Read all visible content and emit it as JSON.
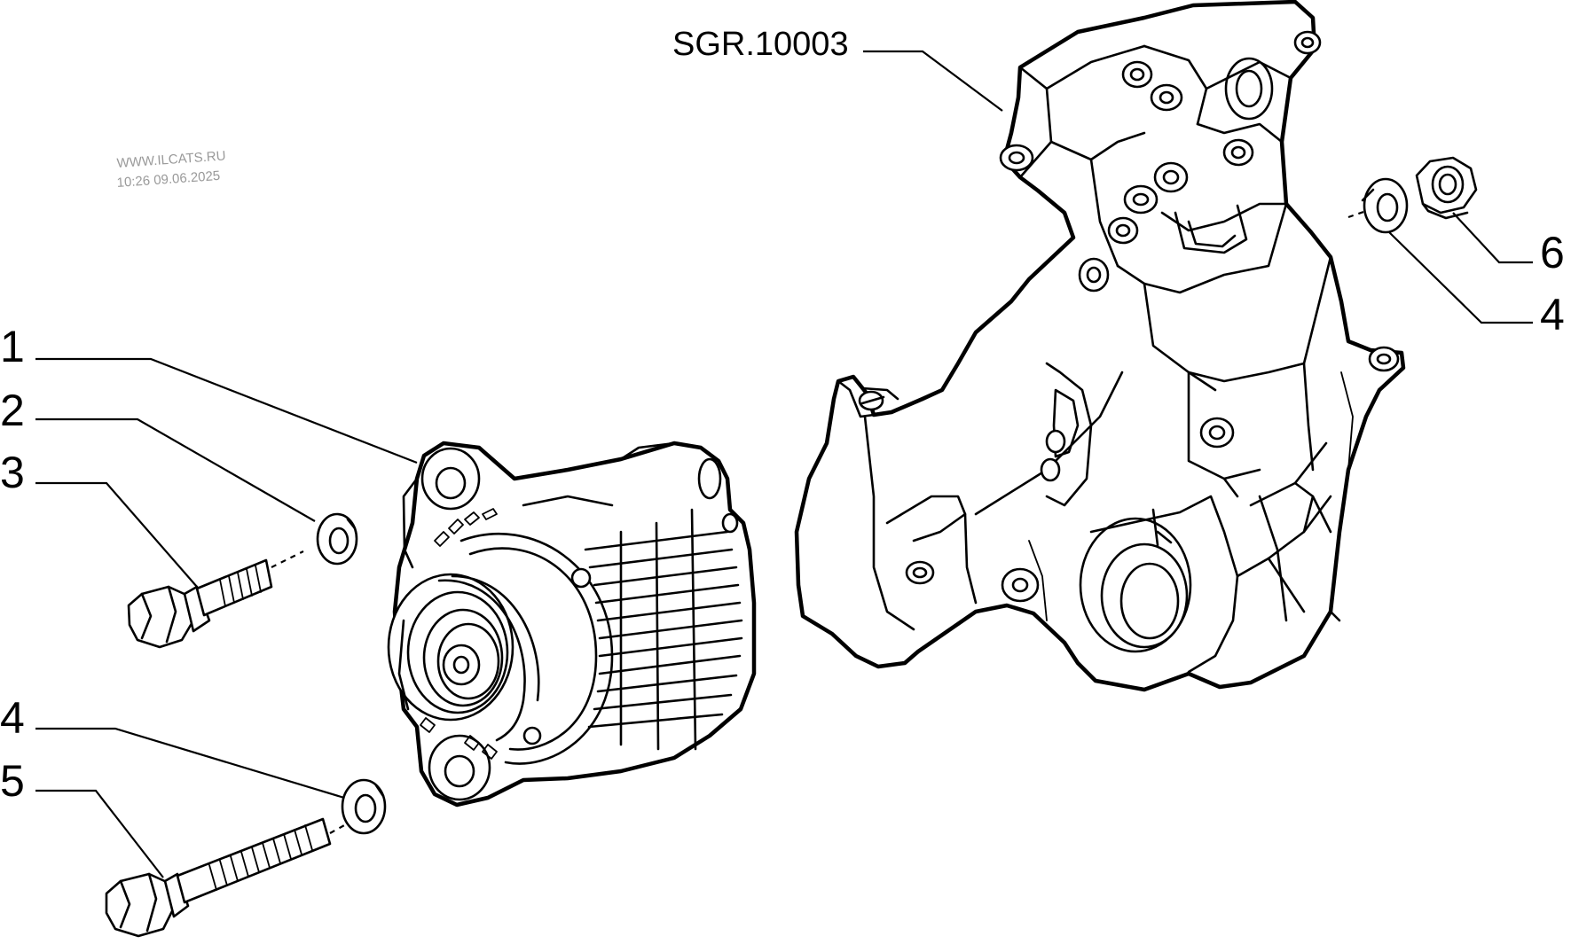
{
  "watermark": {
    "site": "WWW.ILCATS.RU",
    "timestamp": "10:26 09.06.2025"
  },
  "reference": {
    "code": "SGR.10003"
  },
  "callouts": [
    {
      "id": "c1",
      "label": "1"
    },
    {
      "id": "c2",
      "label": "2"
    },
    {
      "id": "c3",
      "label": "3"
    },
    {
      "id": "c4a",
      "label": "4"
    },
    {
      "id": "c5",
      "label": "5"
    },
    {
      "id": "c6",
      "label": "6"
    },
    {
      "id": "c4b",
      "label": "4"
    }
  ]
}
